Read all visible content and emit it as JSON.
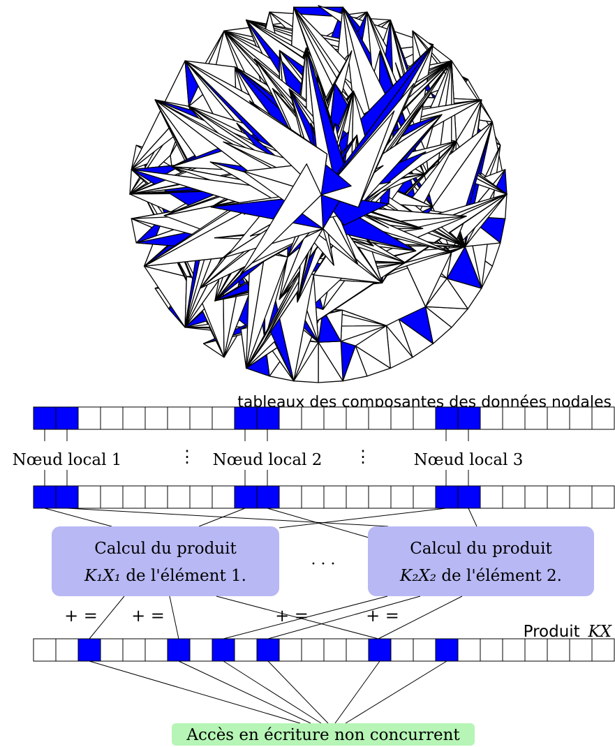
{
  "colors": {
    "highlight": "#0000ff",
    "process_box": "#b8b8f5",
    "result_box": "#b6f5b6",
    "line": "#000000"
  },
  "top_array": {
    "title": "tableaux des composantes des données nodales",
    "cell_count": 26,
    "filled": [
      0,
      1,
      9,
      10,
      18,
      19
    ]
  },
  "node_labels": [
    "Nœud local 1",
    "Nœud local 2",
    "Nœud local 3"
  ],
  "vdots": "⋮",
  "second_array": {
    "cell_count": 26,
    "filled": [
      0,
      1,
      9,
      10,
      18,
      19
    ]
  },
  "element_boxes": [
    {
      "line1": "Calcul du produit",
      "line2_math": "K₁X₁",
      "line2_text": "de l'élément 1."
    },
    {
      "line1": "Calcul du produit",
      "line2_math": "K₂X₂",
      "line2_text": "de l'élément 2."
    }
  ],
  "hdots": "· · ·",
  "plus_equals": "+ =",
  "result_array": {
    "title_text": "Produit",
    "title_math": "KX",
    "cell_count": 26,
    "filled": [
      2,
      6,
      8,
      10,
      15,
      18
    ]
  },
  "footer_label": "Accès en écriture non concurrent"
}
